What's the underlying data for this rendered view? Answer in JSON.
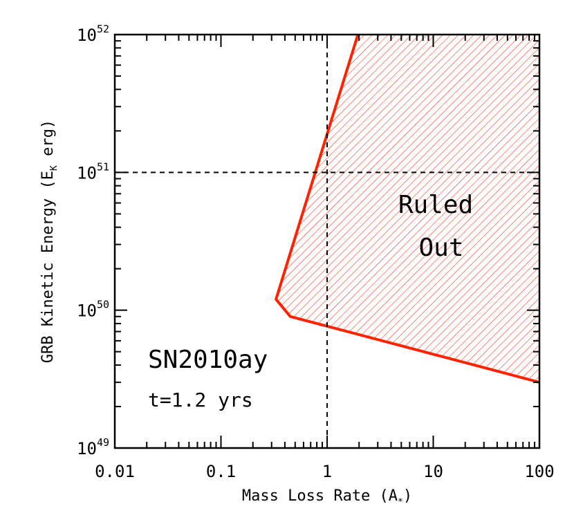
{
  "chart_data": {
    "type": "area",
    "title": "",
    "xlabel": {
      "main": "Mass Loss Rate (A",
      "sub": "*",
      "close": ")"
    },
    "ylabel": {
      "main": "GRB Kinetic Energy (E",
      "sub": "K",
      "rest": " erg)"
    },
    "x_scale": "log",
    "y_scale": "log",
    "xlim": [
      0.01,
      100
    ],
    "ylim": [
      1e+49,
      1e+52
    ],
    "x_ticks": [
      {
        "value": 0.01,
        "label": "0.01"
      },
      {
        "value": 0.1,
        "label": "0.1"
      },
      {
        "value": 1,
        "label": "1"
      },
      {
        "value": 10,
        "label": "10"
      },
      {
        "value": 100,
        "label": "100"
      }
    ],
    "y_ticks": [
      {
        "value": 1e+49,
        "base": "10",
        "exp": "49"
      },
      {
        "value": 1e+50,
        "base": "10",
        "exp": "50"
      },
      {
        "value": 1e+51,
        "base": "10",
        "exp": "51"
      },
      {
        "value": 1e+52,
        "base": "10",
        "exp": "52"
      }
    ],
    "reference_lines": [
      {
        "axis": "x",
        "value": 1,
        "style": "dashed"
      },
      {
        "axis": "y",
        "value": 1e+51,
        "style": "dashed"
      }
    ],
    "region": {
      "fill": "hatched",
      "color": "#ff2200",
      "boundary": [
        {
          "x": 1.95,
          "y": 1e+52
        },
        {
          "x": 0.33,
          "y": 1.2e+50
        },
        {
          "x": 0.45,
          "y": 9e+49
        },
        {
          "x": 100,
          "y": 3e+49
        },
        {
          "x": 100,
          "y": 1e+52
        }
      ],
      "label": [
        "Ruled",
        "Out"
      ]
    },
    "annotations": {
      "object": "SN2010ay",
      "time": "t=1.2 yrs"
    }
  }
}
